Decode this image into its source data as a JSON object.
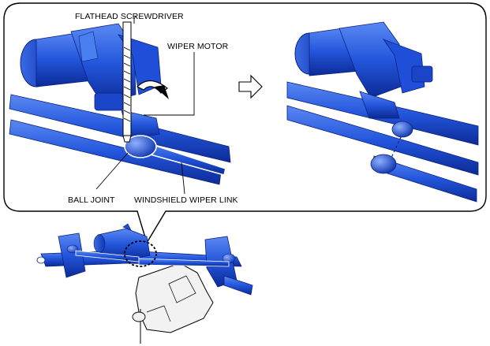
{
  "labels": {
    "screwdriver": "FLATHEAD SCREWDRIVER",
    "wiper_motor": "WIPER MOTOR",
    "ball_joint": "BALL JOINT",
    "wiper_link": "WINDSHIELD WIPER LINK"
  },
  "colors": {
    "part_blue": "#1f4fd8",
    "part_blue_dark": "#0f2f9a",
    "part_blue_light": "#4f7ff0",
    "outline": "#000000",
    "gray_part": "#e6e6e6"
  },
  "icons": {
    "step_arrow": "right-arrow-icon",
    "detail_callout": "dashed-circle-icon"
  }
}
